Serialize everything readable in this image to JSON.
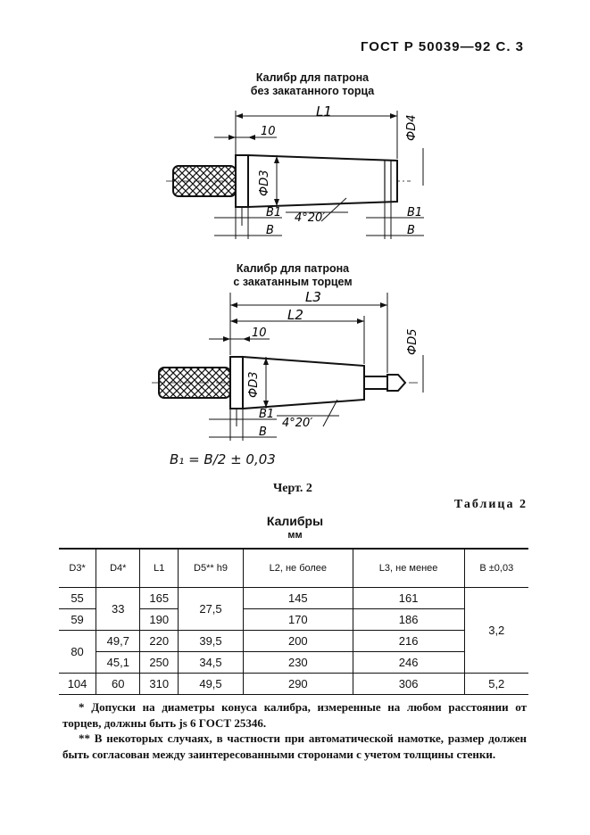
{
  "header": {
    "standard": "ГОСТ Р 50039—92",
    "page": "С. 3"
  },
  "figure1": {
    "caption_line1": "Калибр для патрона",
    "caption_line2": "без закатанного торца",
    "labels": {
      "L1": "L1",
      "D4": "ФD4",
      "dim10": "10",
      "D3": "ФD3",
      "B1": "B1",
      "angle": "4°20′",
      "B": "B"
    }
  },
  "figure2": {
    "caption_line1": "Калибр для патрона",
    "caption_line2": "с закатанным торцем",
    "labels": {
      "L3": "L3",
      "L2": "L2",
      "D5": "ФD5",
      "dim10": "10",
      "D3": "ФD3",
      "B1": "B1",
      "angle": "4°20′",
      "B": "B"
    }
  },
  "formula": "B₁ = B/2 ± 0,03",
  "figure_caption": "Черт. 2",
  "table": {
    "number_label": "Таблица 2",
    "title": "Калибры",
    "unit": "мм",
    "headers": [
      "D3*",
      "D4*",
      "L1",
      "D5** h9",
      "L2, не более",
      "L3, не менее",
      "B ±0,03"
    ],
    "rows": [
      [
        "55",
        "33",
        "165",
        "27,5",
        "145",
        "161",
        "3,2"
      ],
      [
        "59",
        "33",
        "190",
        "27,5",
        "170",
        "186",
        "3,2"
      ],
      [
        "80",
        "49,7",
        "220",
        "39,5",
        "200",
        "216",
        "3,2"
      ],
      [
        "80",
        "45,1",
        "250",
        "34,5",
        "230",
        "246",
        "3,2"
      ],
      [
        "104",
        "60",
        "310",
        "49,5",
        "290",
        "306",
        "5,2"
      ]
    ]
  },
  "notes": {
    "note1": "* Допуски на диаметры конуса калибра, измеренные на любом расстоянии от торцев, должны быть js 6 ГОСТ 25346.",
    "note2": "** В некоторых случаях, в частности при автоматической намотке, размер должен быть согласован между заинтересованными сторонами с учетом толщины стенки."
  }
}
